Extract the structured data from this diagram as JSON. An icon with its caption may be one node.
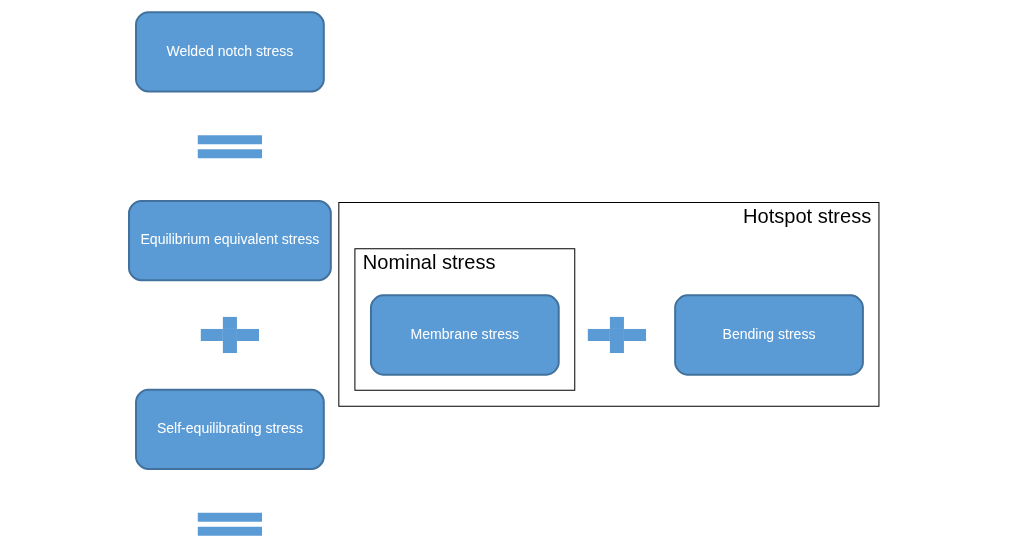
{
  "diagram": {
    "nodes": [
      {
        "text": [
          "Welded notch stress"
        ]
      },
      {
        "text": [],
        "shape": "equals"
      },
      {
        "text": [
          "Equilibrium equivalent stress"
        ]
      },
      {
        "text": [],
        "shape": "plus"
      },
      {
        "text": [
          "Self-equilibrating stress"
        ]
      },
      {
        "text": [],
        "shape": "equals"
      },
      {
        "text": [
          "Hotspot stress"
        ]
      },
      {
        "text": [
          "Nominal stress"
        ],
        "in": 6
      },
      {
        "text": [
          "Membrane stress"
        ],
        "in": 7
      },
      {
        "text": [],
        "shape": "plus",
        "in": 6
      },
      {
        "text": [
          "Bending stress"
        ],
        "in": 6
      }
    ],
    "edges": []
  }
}
